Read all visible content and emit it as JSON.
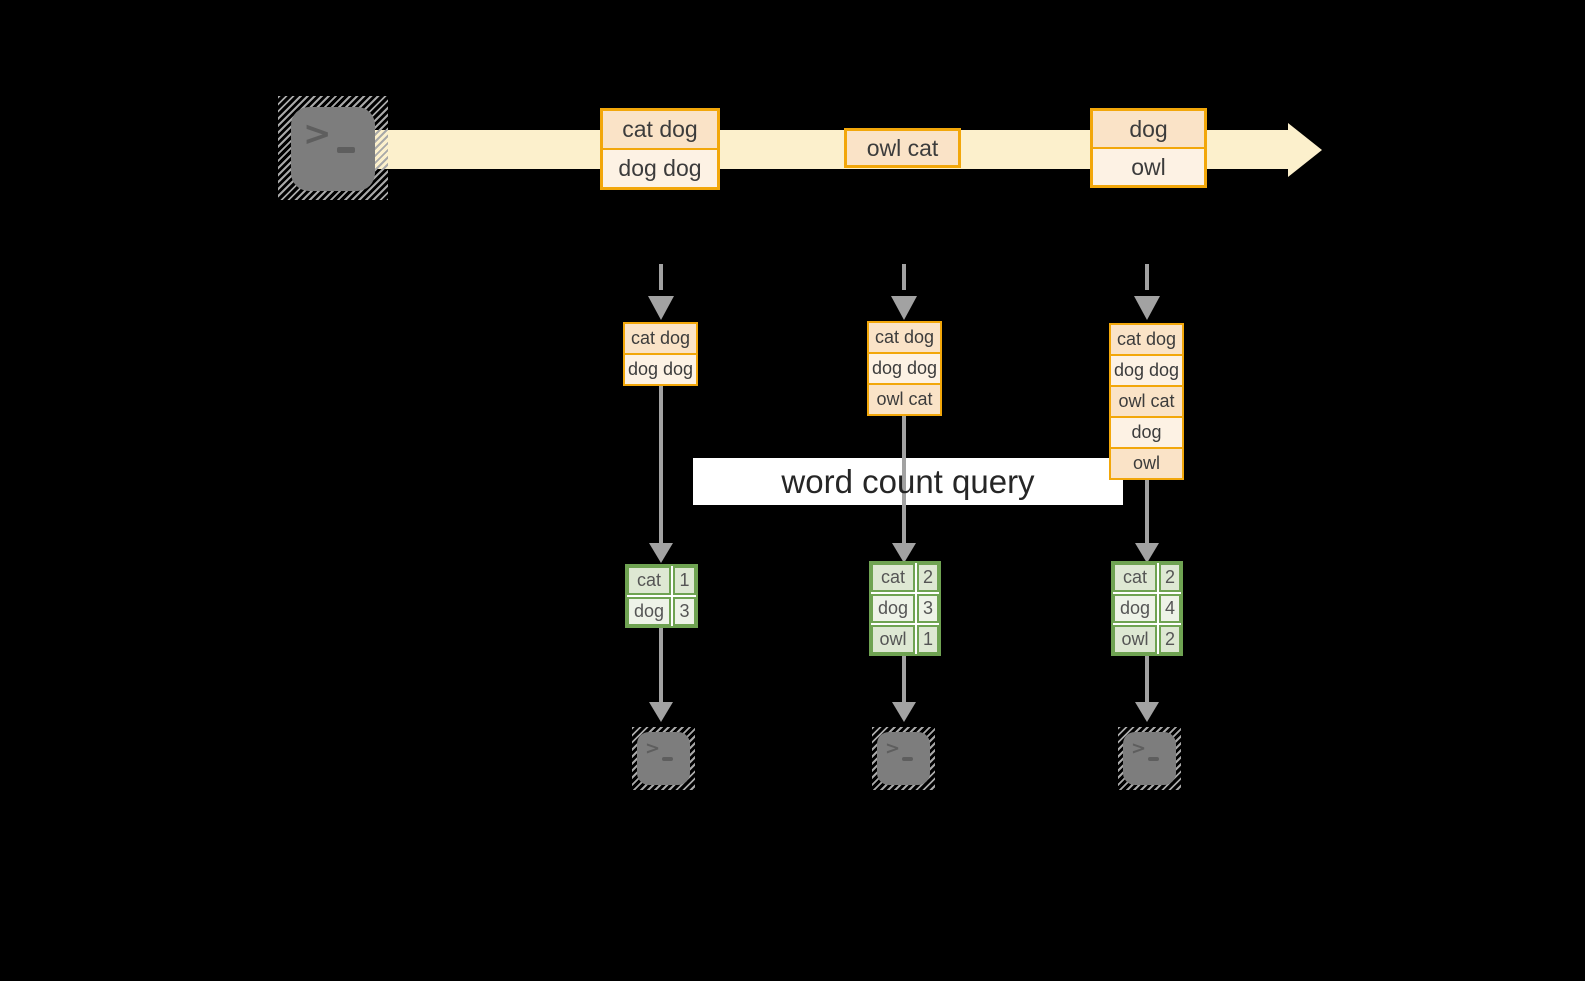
{
  "title": {
    "label": "word count query"
  },
  "stream": {
    "source_icon": "terminal-icon",
    "events": [
      {
        "lines": [
          "cat dog",
          "dog dog"
        ]
      },
      {
        "lines": [
          "owl cat"
        ]
      },
      {
        "lines": [
          "dog",
          "owl"
        ]
      }
    ]
  },
  "pipelines": [
    {
      "buffer": [
        "cat dog",
        "dog dog"
      ],
      "counts": [
        {
          "word": "cat",
          "count": "1"
        },
        {
          "word": "dog",
          "count": "3"
        }
      ],
      "sink_icon": "terminal-icon"
    },
    {
      "buffer": [
        "cat dog",
        "dog dog",
        "owl cat"
      ],
      "counts": [
        {
          "word": "cat",
          "count": "2"
        },
        {
          "word": "dog",
          "count": "3"
        },
        {
          "word": "owl",
          "count": "1"
        }
      ],
      "sink_icon": "terminal-icon"
    },
    {
      "buffer": [
        "cat dog",
        "dog dog",
        "owl cat",
        "dog",
        "owl"
      ],
      "counts": [
        {
          "word": "cat",
          "count": "2"
        },
        {
          "word": "dog",
          "count": "4"
        },
        {
          "word": "owl",
          "count": "2"
        }
      ],
      "sink_icon": "terminal-icon"
    }
  ],
  "colors": {
    "background": "#000000",
    "stream_band": "#FCF0CC",
    "box_border": "#F2A70A",
    "box_fill_dark": "#FAE3C7",
    "box_fill_light": "#FDF2E4",
    "table_border": "#6FA352",
    "table_fill_dark": "#DEE8D3",
    "table_fill_light": "#EEF3E8",
    "arrow_gray": "#A2A2A2",
    "terminal_gray": "#7D7D7D",
    "text": "#3C3C3C"
  }
}
